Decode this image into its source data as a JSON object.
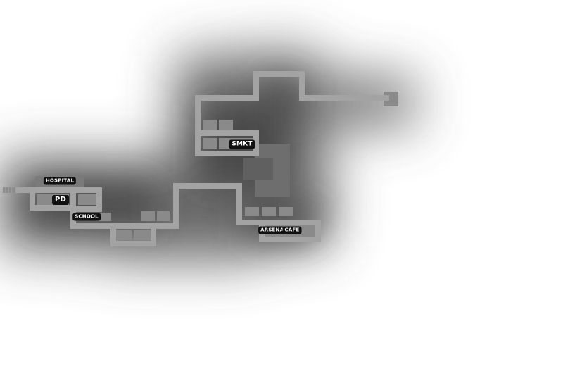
{
  "map": {
    "fog_color": "#ffffff",
    "corridor_color": "#a3a3a3",
    "room_color": "#7e7e7e",
    "room_dark_color": "#6a6a6a",
    "labels": {
      "hospital": "HOSPITAL",
      "pd": "PD",
      "school": "SCHOOL",
      "smkt": "SMKT",
      "arsenal": "ARSENAL",
      "cafe": "CAFE"
    }
  }
}
